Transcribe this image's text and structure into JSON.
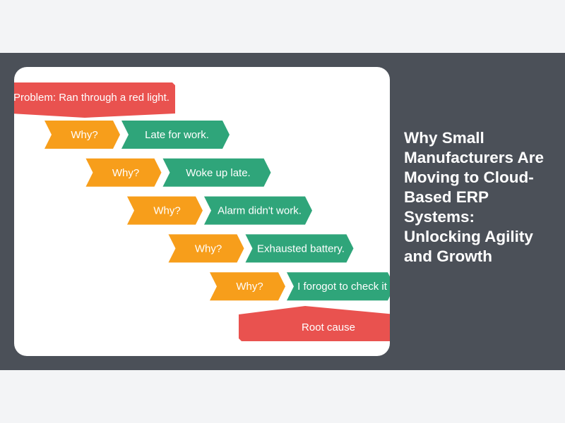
{
  "diagram": {
    "problem": "Problem: Ran through a red light.",
    "why_label": "Why?",
    "answers": [
      "Late for work.",
      "Woke up late.",
      "Alarm didn't work.",
      "Exhausted battery.",
      "I forogot to check it"
    ],
    "root_cause": "Root cause",
    "colors": {
      "red": "#e9524f",
      "orange": "#f79e1b",
      "green": "#2fa57a"
    }
  },
  "article": {
    "title": "Why Small Manufacturers Are Moving to Cloud-Based ERP Systems: Unlocking Agility and Growth"
  }
}
